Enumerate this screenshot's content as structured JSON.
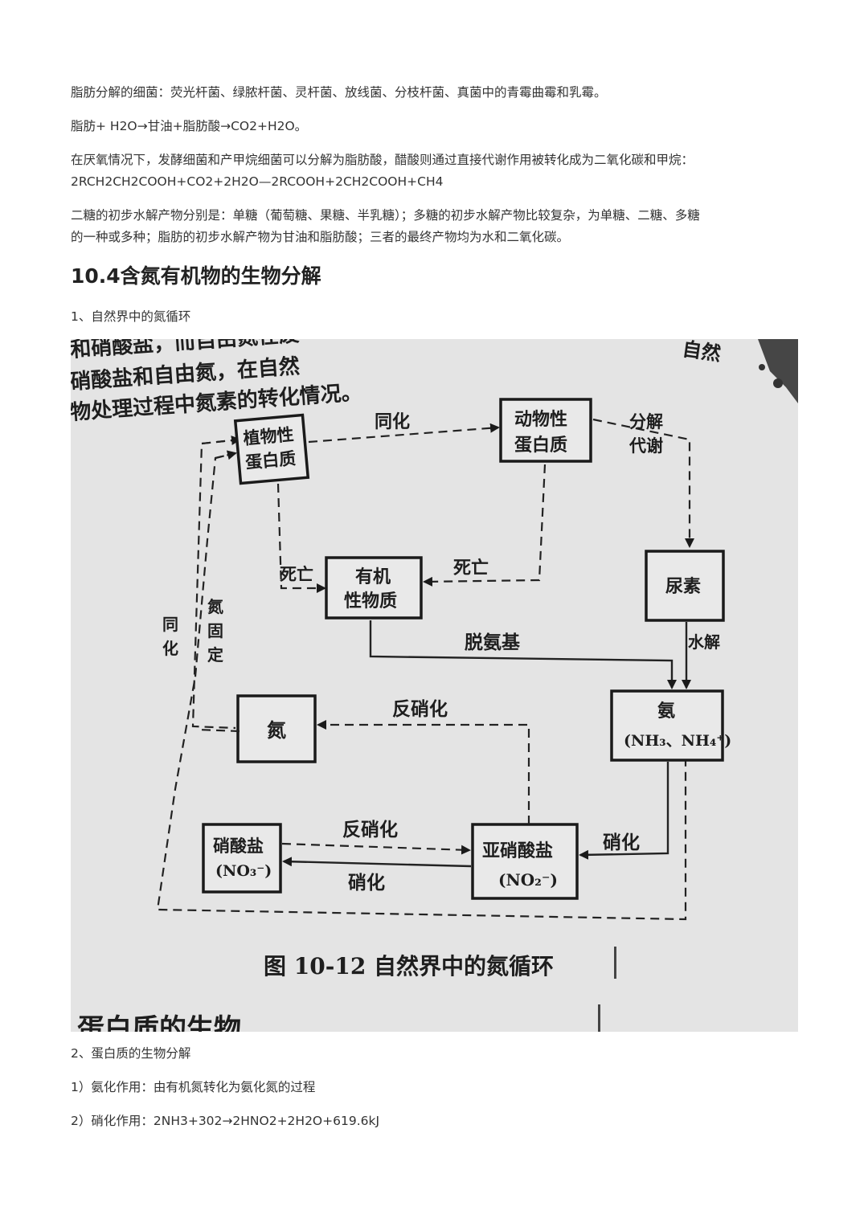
{
  "paragraphs": {
    "p1": "脂肪分解的细菌：荧光杆菌、绿脓杆菌、灵杆菌、放线菌、分枝杆菌、真菌中的青霉曲霉和乳霉。",
    "p2": "脂肪+ H2O→甘油+脂肪酸→CO2+H2O。",
    "p3_line1": "在厌氧情况下，发酵细菌和产甲烷细菌可以分解为脂肪酸，醋酸则通过直接代谢作用被转化成为二氧化碳和甲烷：",
    "p3_line2": "2RCH2CH2COOH+CO2+2H2O—2RCOOH+2CH2COOH+CH4",
    "p4_line1": "二糖的初步水解产物分别是：单糖（葡萄糖、果糖、半乳糖）；多糖的初步水解产物比较复杂，为单糖、二糖、多糖",
    "p4_line2": "的一种或多种；脂肪的初步水解产物为甘油和脂肪酸；三者的最终产物均为水和二氧化碳。"
  },
  "section": {
    "heading": "10.4含氮有机物的生物分解",
    "item1": "1、自然界中的氮循环",
    "item2": "2、蛋白质的生物分解",
    "item2_1": "1）氨化作用：由有机氮转化为氨化氮的过程",
    "item2_2": "2）硝化作用：2NH3+302→2HNO2+2H2O+619.6kJ"
  },
  "figure": {
    "top_text_1": "和硝酸盐，而自由氮在废",
    "top_text_2": "硝酸盐和自由氮，在自然",
    "top_text_3": "物处理过程中氮素的转化情况。",
    "corner_text": "自然",
    "nodes": {
      "plant_protein": [
        "植物性",
        "蛋白质"
      ],
      "animal_protein": [
        "动物性",
        "蛋白质"
      ],
      "organic_matter": [
        "有机",
        "性物质"
      ],
      "urea": "尿素",
      "nitrogen": "氮",
      "ammonia": [
        "氨",
        "(NH₃、NH₄⁺)"
      ],
      "nitrate": [
        "硝酸盐",
        "(NO₃⁻)"
      ],
      "nitrite": [
        "亚硝酸盐",
        "(NO₂⁻)"
      ]
    },
    "edges": {
      "assimilation_top": "同化",
      "decomp": [
        "分解",
        "代谢"
      ],
      "death_left": "死亡",
      "death_right": "死亡",
      "deamination": "脱氨基",
      "hydrolysis": "水解",
      "assimilation_left": [
        "同",
        "化"
      ],
      "fixation": [
        "氮",
        "固",
        "定"
      ],
      "denitrification_top": "反硝化",
      "denitrification_mid": "反硝化",
      "nitrification_right": "硝化",
      "nitrification_bottom": "硝化"
    },
    "caption": "图 10-12   自然界中的氮循环",
    "bottom_cut_text": "蛋白质的生物"
  }
}
